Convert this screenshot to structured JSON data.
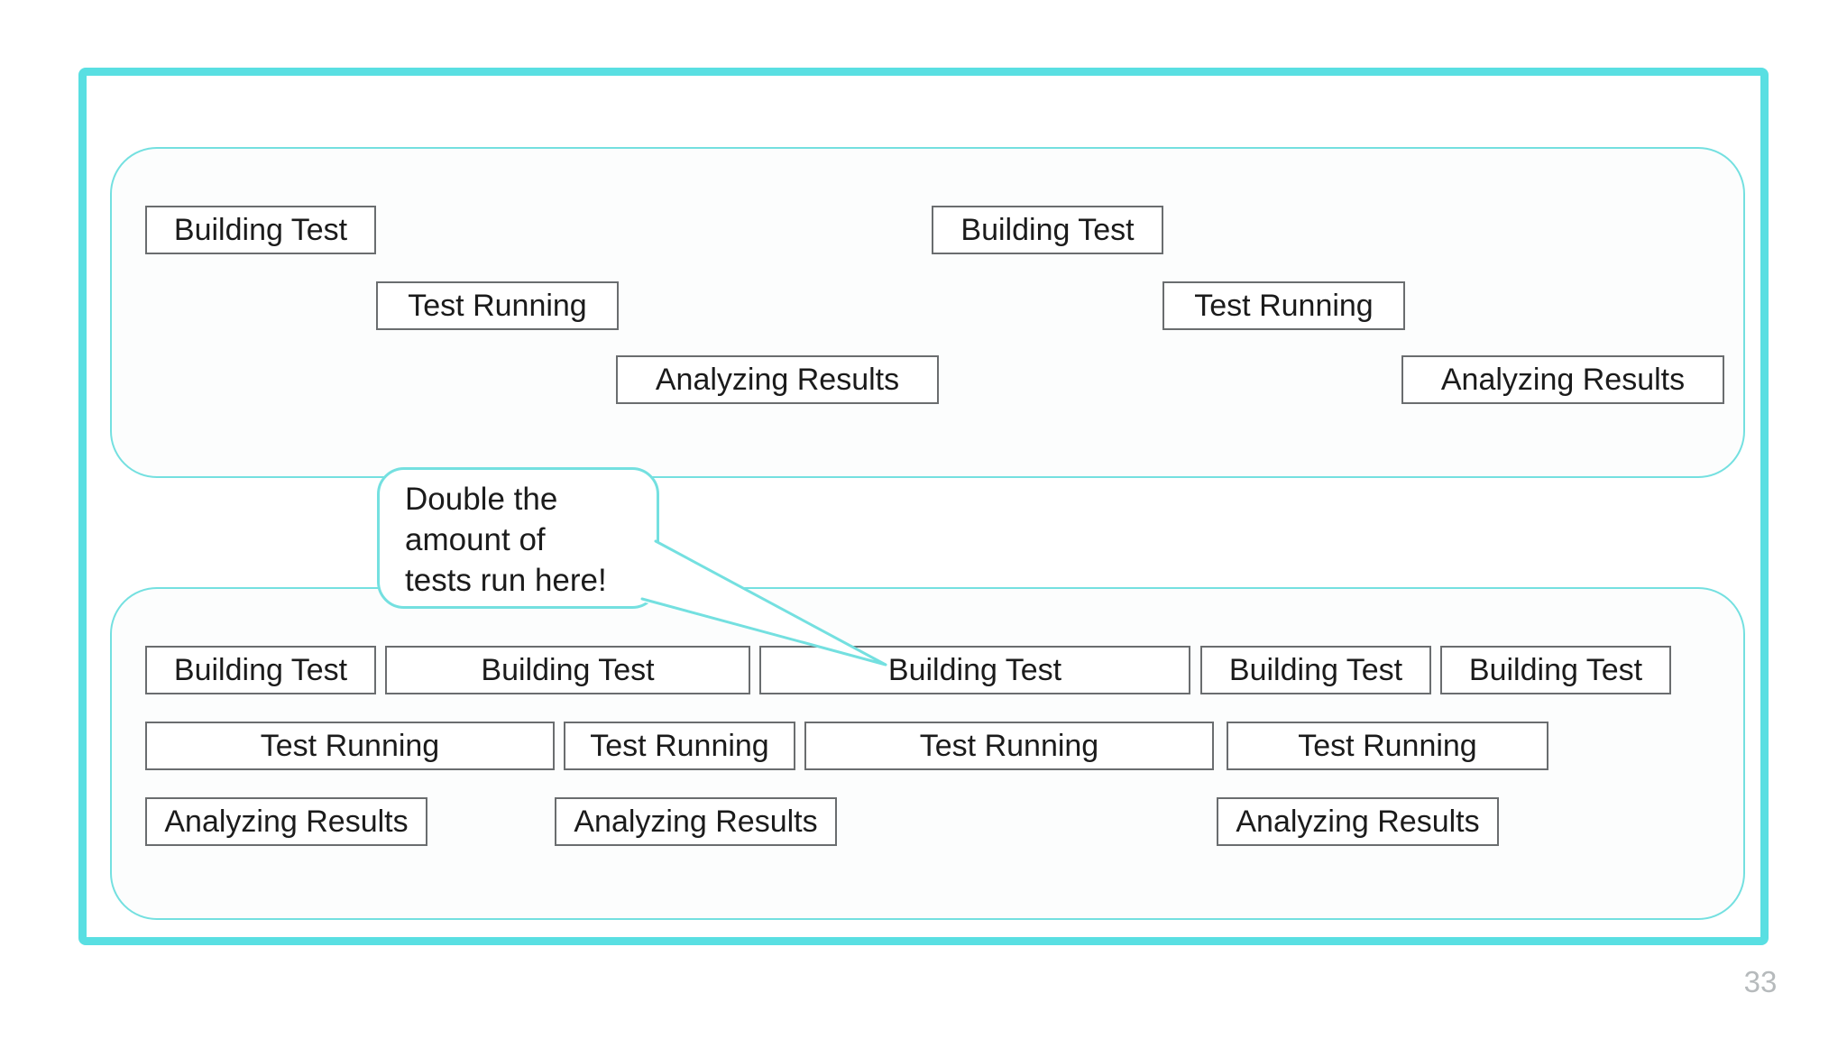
{
  "slide": {
    "page_number": "33"
  },
  "colors": {
    "accent_border": "#59dfe2",
    "panel_line": "#74e0e0",
    "box_border": "#6a6d6f",
    "text": "#1b1b1b",
    "page_number": "#b6babc"
  },
  "callout": {
    "lines": [
      "Double the",
      "amount of",
      "tests run here!"
    ]
  },
  "top_panel": {
    "boxes": [
      {
        "label": "Building Test"
      },
      {
        "label": "Test Running"
      },
      {
        "label": "Analyzing Results"
      },
      {
        "label": "Building Test"
      },
      {
        "label": "Test Running"
      },
      {
        "label": "Analyzing Results"
      }
    ]
  },
  "bottom_panel": {
    "boxes": [
      {
        "label": "Building Test"
      },
      {
        "label": "Building Test"
      },
      {
        "label": "Building Test"
      },
      {
        "label": "Building Test"
      },
      {
        "label": "Building Test"
      },
      {
        "label": "Test Running"
      },
      {
        "label": "Test Running"
      },
      {
        "label": "Test Running"
      },
      {
        "label": "Test Running"
      },
      {
        "label": "Analyzing Results"
      },
      {
        "label": "Analyzing Results"
      },
      {
        "label": "Analyzing Results"
      }
    ]
  }
}
